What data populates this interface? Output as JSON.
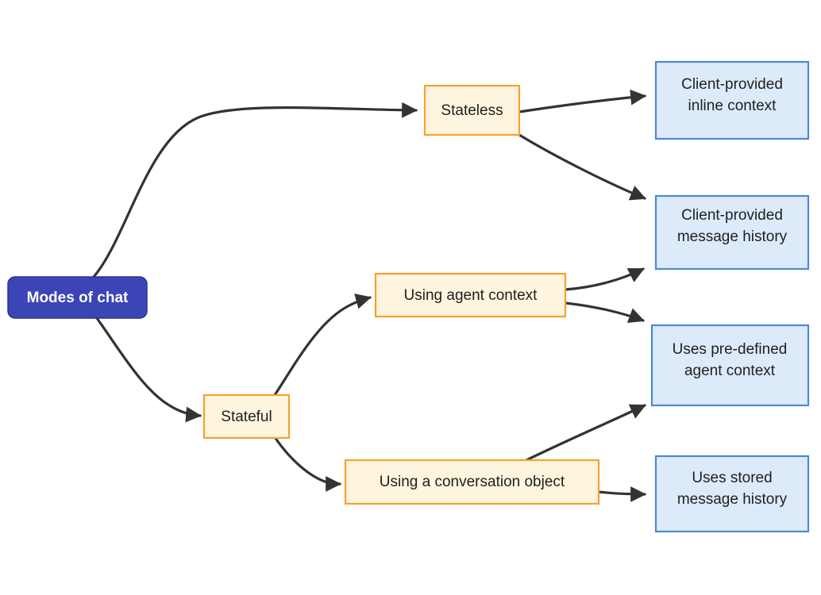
{
  "diagram": {
    "title": "Modes of chat",
    "type": "flowchart",
    "direction": "left-to-right",
    "background_color": "#ffffff",
    "palette": {
      "root_fill": "#3b45b5",
      "root_border": "#2a3290",
      "root_text": "#ffffff",
      "process_fill": "#fdf5dd",
      "process_border": "#f8a030",
      "outcome_fill": "#ddeafa",
      "outcome_border": "#4b8ad4",
      "text": "#1f1f1f",
      "edge": "#333333"
    },
    "nodes": [
      {
        "id": "root",
        "label": "Modes of chat",
        "kind": "root"
      },
      {
        "id": "stateless",
        "label": "Stateless",
        "kind": "process"
      },
      {
        "id": "stateful",
        "label": "Stateful",
        "kind": "process"
      },
      {
        "id": "agent_context",
        "label": "Using agent context",
        "kind": "process"
      },
      {
        "id": "conv_object",
        "label": "Using a conversation object",
        "kind": "process"
      },
      {
        "id": "inline_ctx",
        "label_line1": "Client-provided",
        "label_line2": "inline context",
        "kind": "outcome"
      },
      {
        "id": "msg_history",
        "label_line1": "Client-provided",
        "label_line2": "message history",
        "kind": "outcome"
      },
      {
        "id": "predef_ctx",
        "label_line1": "Uses pre-defined",
        "label_line2": "agent context",
        "kind": "outcome"
      },
      {
        "id": "stored_msgs",
        "label_line1": "Uses stored",
        "label_line2": "message history",
        "kind": "outcome"
      }
    ],
    "edges": [
      {
        "from": "root",
        "to": "stateless"
      },
      {
        "from": "root",
        "to": "stateful"
      },
      {
        "from": "stateless",
        "to": "inline_ctx"
      },
      {
        "from": "stateless",
        "to": "msg_history"
      },
      {
        "from": "stateful",
        "to": "agent_context"
      },
      {
        "from": "stateful",
        "to": "conv_object"
      },
      {
        "from": "agent_context",
        "to": "msg_history"
      },
      {
        "from": "agent_context",
        "to": "predef_ctx"
      },
      {
        "from": "conv_object",
        "to": "predef_ctx"
      },
      {
        "from": "conv_object",
        "to": "stored_msgs"
      }
    ]
  }
}
